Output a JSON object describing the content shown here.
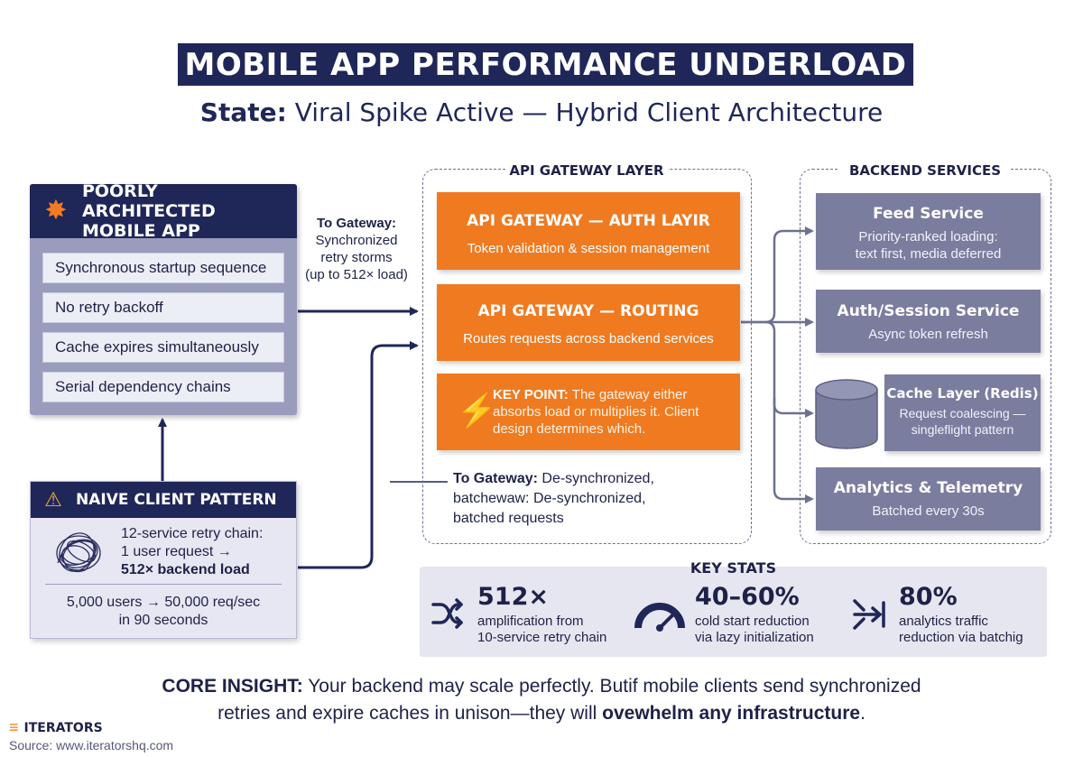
{
  "title": "MOBILE APP PERFORMANCE UNDERLOAD",
  "subtitle": {
    "label": "State:",
    "text": " Viral Spike Active — Hybrid Client Architecture"
  },
  "app_panel": {
    "title_line1": "POORLY ARCHITECTED",
    "title_line2": "MOBILE APP",
    "issues": [
      "Synchronous startup sequence",
      "No retry backoff",
      "Cache expires simultaneously",
      "Serial dependency chains"
    ]
  },
  "naive_panel": {
    "title": "NAIVE CLIENT PATTERN",
    "line1": "12-service retry chain:",
    "line2": "1 user request →",
    "line3": "512× backend load",
    "footer_line1": "5,000 users → 50,000 req/sec",
    "footer_line2": "in 90 seconds"
  },
  "arrow_labels": {
    "gateway_1": {
      "title": "To Gateway:",
      "line1": "Synchronized",
      "line2": "retry storms",
      "line3": "(up to 512× load)"
    },
    "gateway_2": {
      "title": "To Gateway:",
      "line1_rest": " De-synchronized,",
      "line2": "batchewaw: De-synchronized,",
      "line3": "batched requests"
    }
  },
  "gateway_layer": {
    "title": "API GATEWAY LAYER",
    "auth": {
      "title": "API GATEWAY — AUTH LAYIR",
      "desc": "Token validation & session management"
    },
    "routing": {
      "title": "API GATEWAY — ROUTING",
      "desc": "Routes requests across backend services"
    },
    "key_point": {
      "label": "KEY POINT:",
      "text": " The gateway either absorbs load or multiplies it. Client design determines which."
    }
  },
  "backend": {
    "title": "BACKEND SERVICES",
    "feed": {
      "title": "Feed Service",
      "desc_line1": "Priority-ranked loading:",
      "desc_line2": "text first, media deferred"
    },
    "auth": {
      "title": "Auth/Session Service",
      "desc": "Async token refresh"
    },
    "cache": {
      "title": "Cache Layer (Redis)",
      "desc_line1": "Request coalescing —",
      "desc_line2": "singleflight pattern"
    },
    "analytics": {
      "title": "Analytics & Telemetry",
      "desc": "Batched every 30s"
    }
  },
  "key_stats": {
    "title": "KEY STATS",
    "items": [
      {
        "value": "512×",
        "line1": "amplification from",
        "line2": "10-service retry chain",
        "icon": "shuffle-icon"
      },
      {
        "value": "40–60%",
        "line1": "cold start reduction",
        "line2": "via lazy initialization",
        "icon": "gauge-icon"
      },
      {
        "value": "80%",
        "line1": "analytics traffic",
        "line2": "reduction via batchig",
        "icon": "merge-arrows-icon"
      }
    ]
  },
  "insight": {
    "label": "CORE INSIGHT:",
    "text1": " Your backend may scale perfectly. Butif mobile clients send synchronized",
    "text2": "retries and expire caches in unison—they will ",
    "emphasis": "ovewhelm any infrastructure",
    "end": "."
  },
  "brand": {
    "name": "ITERATORS",
    "source": "Source: www.iteratorshq.com"
  },
  "colors": {
    "navy": "#1f2658",
    "orange": "#f07a20",
    "service_gray": "#7b7d9f",
    "panel_lavender": "#9a9cbe"
  }
}
